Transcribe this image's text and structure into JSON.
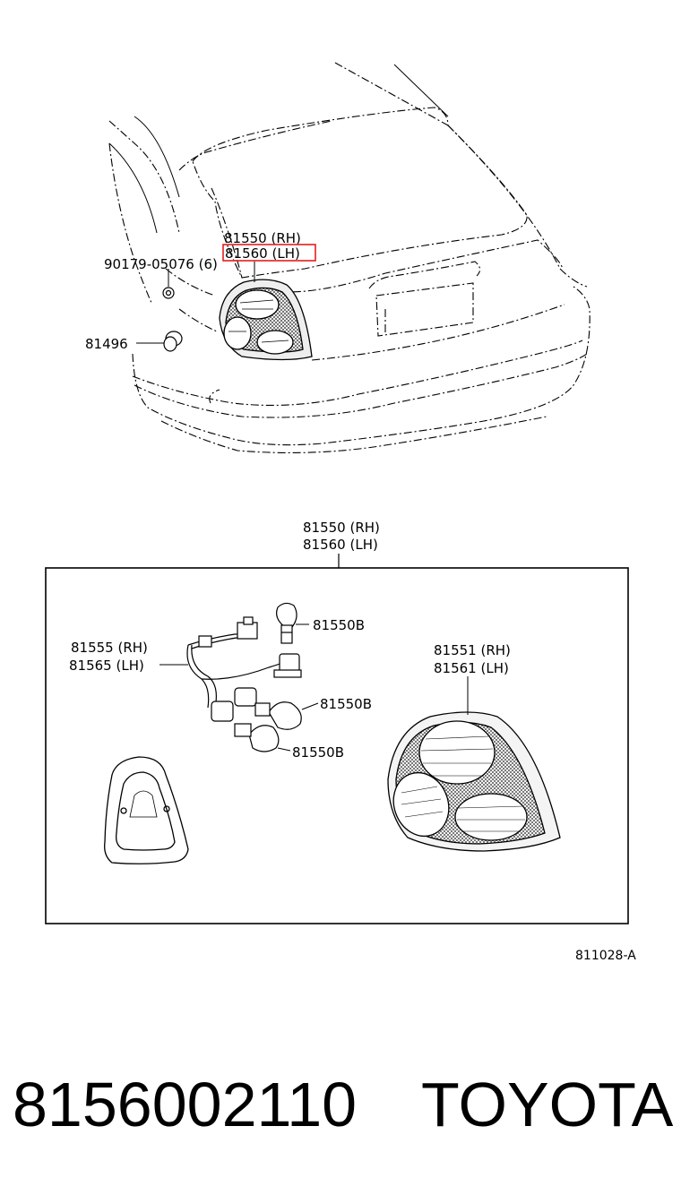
{
  "car_view": {
    "callout_rh": "81550 (RH)",
    "callout_lh": "81560 (LH)",
    "screw": "90179-05076 (6)",
    "plug": "81496"
  },
  "exploded_view": {
    "assembly_rh": "81550 (RH)",
    "assembly_lh": "81560 (LH)",
    "socket_rh": "81555 (RH)",
    "socket_lh": "81565 (LH)",
    "bulb_top": "81550B",
    "bulb_mid": "81550B",
    "bulb_low": "81550B",
    "lens_rh": "81551 (RH)",
    "lens_lh": "81561 (LH)"
  },
  "figure_ref": "811028-A",
  "caption": {
    "part_number": "8156002110",
    "brand": "TOYOTA"
  },
  "highlight_color": "#e02020"
}
